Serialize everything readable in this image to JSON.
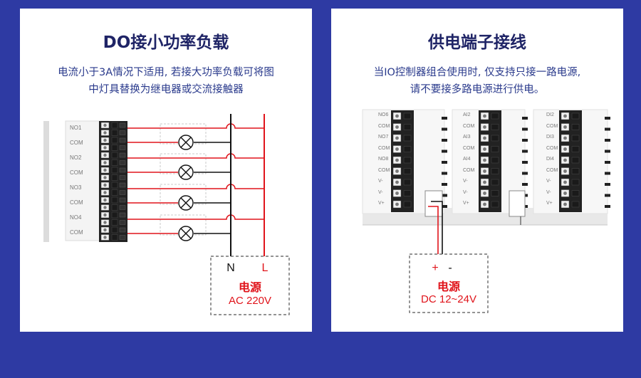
{
  "do_panel": {
    "title": "DO接小功率负载",
    "desc_line1": "电流小于3A情况下适用, 若接大功率负载可将图",
    "desc_line2": "中灯具替换为继电器或交流接触器",
    "terminals": [
      "NO1",
      "COM",
      "NO2",
      "COM",
      "NO3",
      "COM",
      "NO4",
      "COM"
    ],
    "neutral": "N",
    "live": "L",
    "power_label": "电源",
    "power_spec": "AC 220V"
  },
  "supply_panel": {
    "title": "供电端子接线",
    "desc_line1": "当IO控制器组合使用时, 仅支持只接一路电源,",
    "desc_line2": "请不要接多路电源进行供电。",
    "module1_terminals": [
      "NO6",
      "COM",
      "NO7",
      "COM",
      "NO8",
      "COM",
      "V-",
      "V-",
      "V+"
    ],
    "module2_terminals": [
      "AI2",
      "COM",
      "AI3",
      "COM",
      "AI4",
      "COM",
      "V-",
      "V-",
      "V+"
    ],
    "module3_terminals": [
      "DI2",
      "COM",
      "DI3",
      "COM",
      "DI4",
      "COM",
      "V-",
      "V-",
      "V+"
    ],
    "polarity_plus": "+",
    "polarity_minus": "-",
    "power_label": "电源",
    "power_spec": "DC 12~24V"
  },
  "colors": {
    "background": "#2e3aa3",
    "title": "#1f2466",
    "text": "#2a3a8c",
    "wire_red": "#e0141b",
    "wire_black": "#111111"
  }
}
